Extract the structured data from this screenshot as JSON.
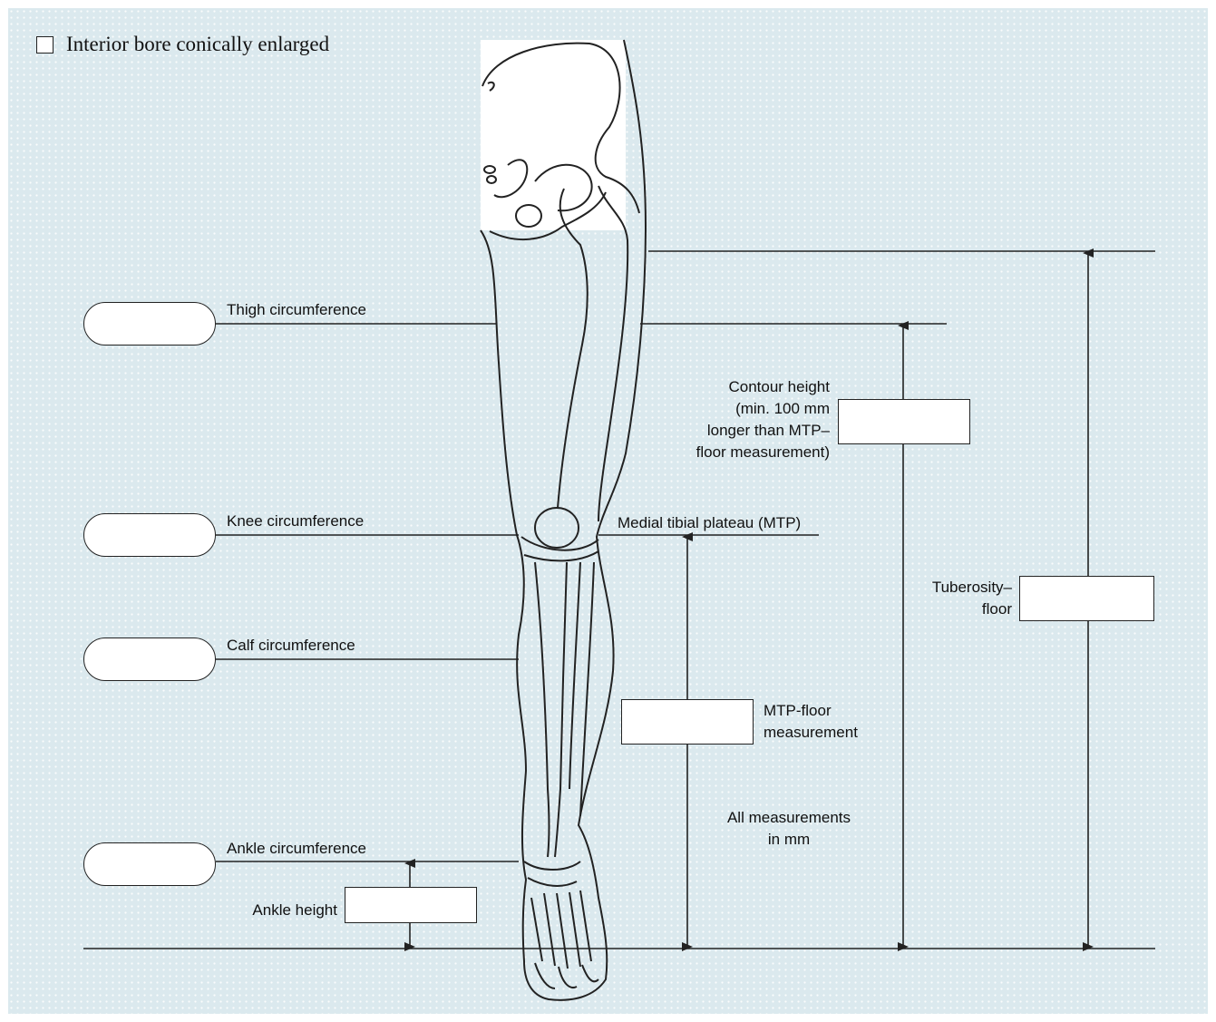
{
  "option": {
    "checked": false,
    "label": "Interior bore conically enlarged"
  },
  "circumferences": {
    "thigh": "Thigh circumference",
    "knee": "Knee circumference",
    "calf": "Calf circumference",
    "ankle": "Ankle circumference"
  },
  "heights": {
    "ankle_height": "Ankle height",
    "mtp": "Medial tibial plateau (MTP)",
    "contour_height": [
      "Contour height",
      "(min. 100 mm",
      "longer than MTP–",
      "floor measurement)"
    ],
    "mtp_floor": [
      "MTP-floor",
      "measurement"
    ],
    "tuberosity_floor": [
      "Tuberosity–",
      "floor"
    ],
    "units_note": [
      "All measurements",
      "in mm"
    ]
  },
  "inputs": {
    "thigh_circumference": "",
    "knee_circumference": "",
    "calf_circumference": "",
    "ankle_circumference": "",
    "ankle_height": "",
    "contour_height": "",
    "mtp_floor": "",
    "tuberosity_floor": ""
  },
  "colors": {
    "background": "#dbe9ee",
    "line": "#222222",
    "field": "#ffffff"
  },
  "icons": [
    "leg-skeleton-illustration",
    "arrow-up-icon",
    "arrow-down-icon"
  ]
}
